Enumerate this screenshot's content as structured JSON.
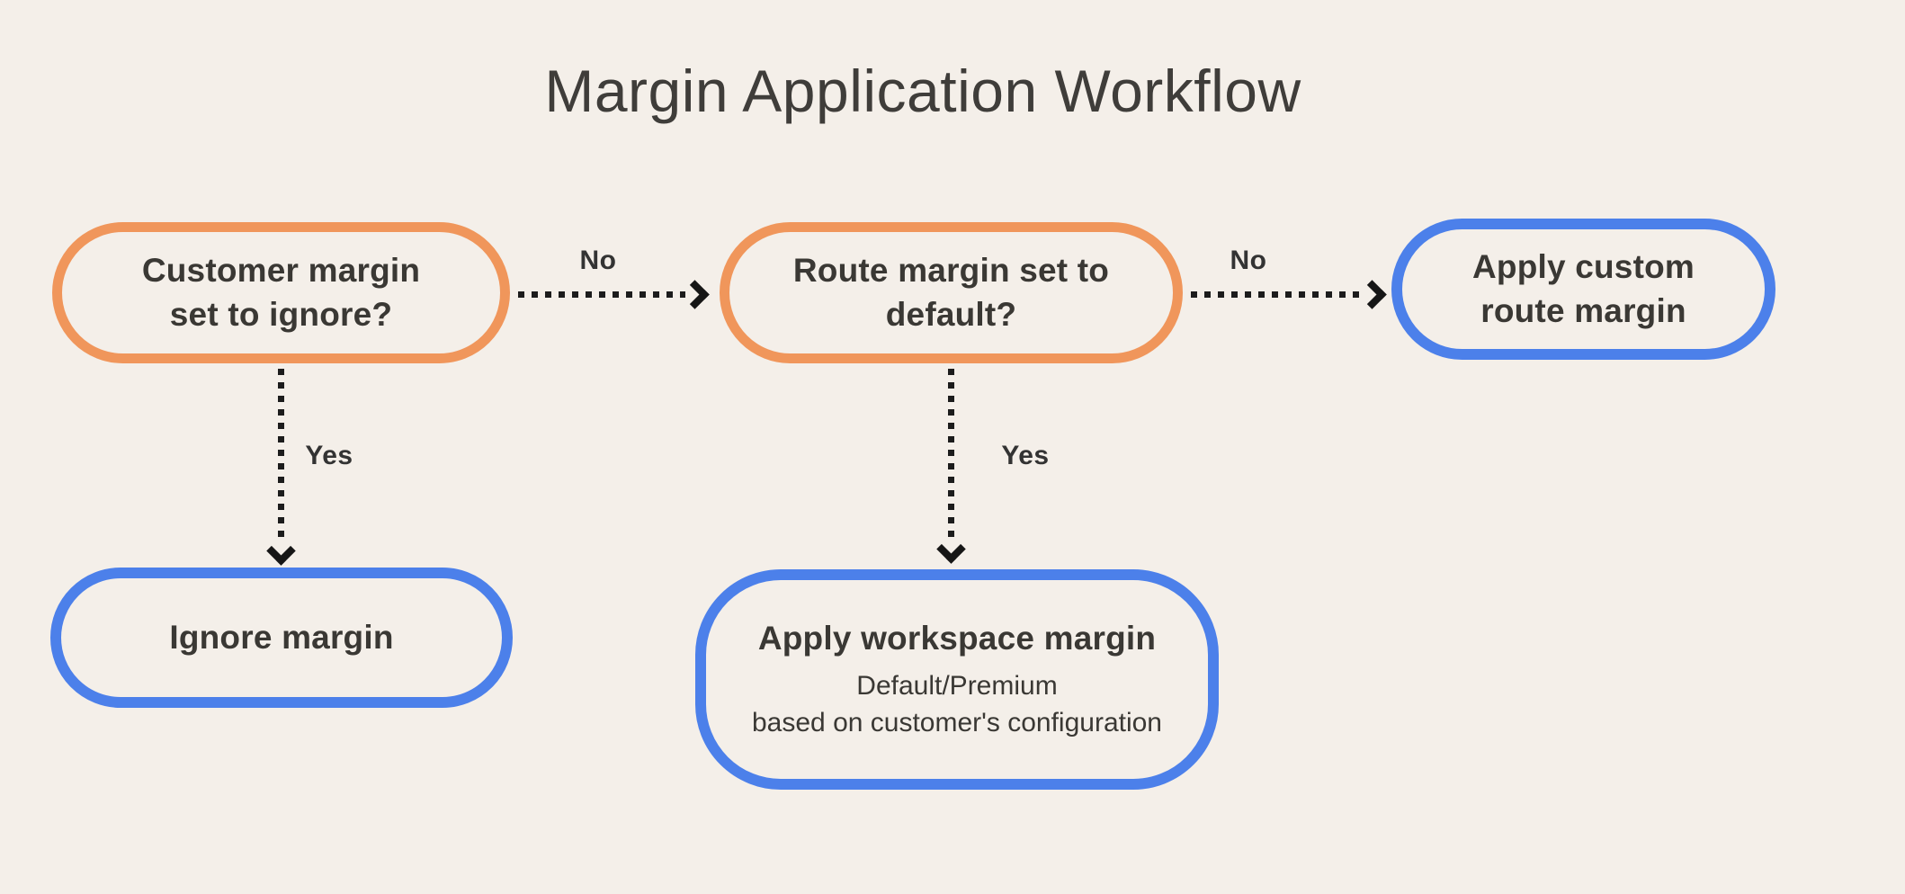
{
  "title": "Margin Application Workflow",
  "diagram": {
    "nodes": {
      "customer_margin": {
        "label": "Customer margin\nset to ignore?"
      },
      "route_margin": {
        "label": "Route margin set to\ndefault?"
      },
      "apply_custom_route_margin": {
        "label": "Apply custom\nroute margin"
      },
      "ignore_margin": {
        "label": "Ignore margin"
      },
      "apply_workspace_margin": {
        "label": "Apply workspace margin",
        "sublabel": "Default/Premium\nbased on customer's configuration"
      }
    },
    "edge_labels": {
      "customer_no": "No",
      "customer_yes": "Yes",
      "route_no": "No",
      "route_yes": "Yes"
    },
    "colors": {
      "background": "#F4EFE9",
      "decision_border": "#F0965B",
      "outcome_border": "#4C80EA",
      "text": "#3A3834",
      "arrow": "#1C1C1C"
    }
  }
}
